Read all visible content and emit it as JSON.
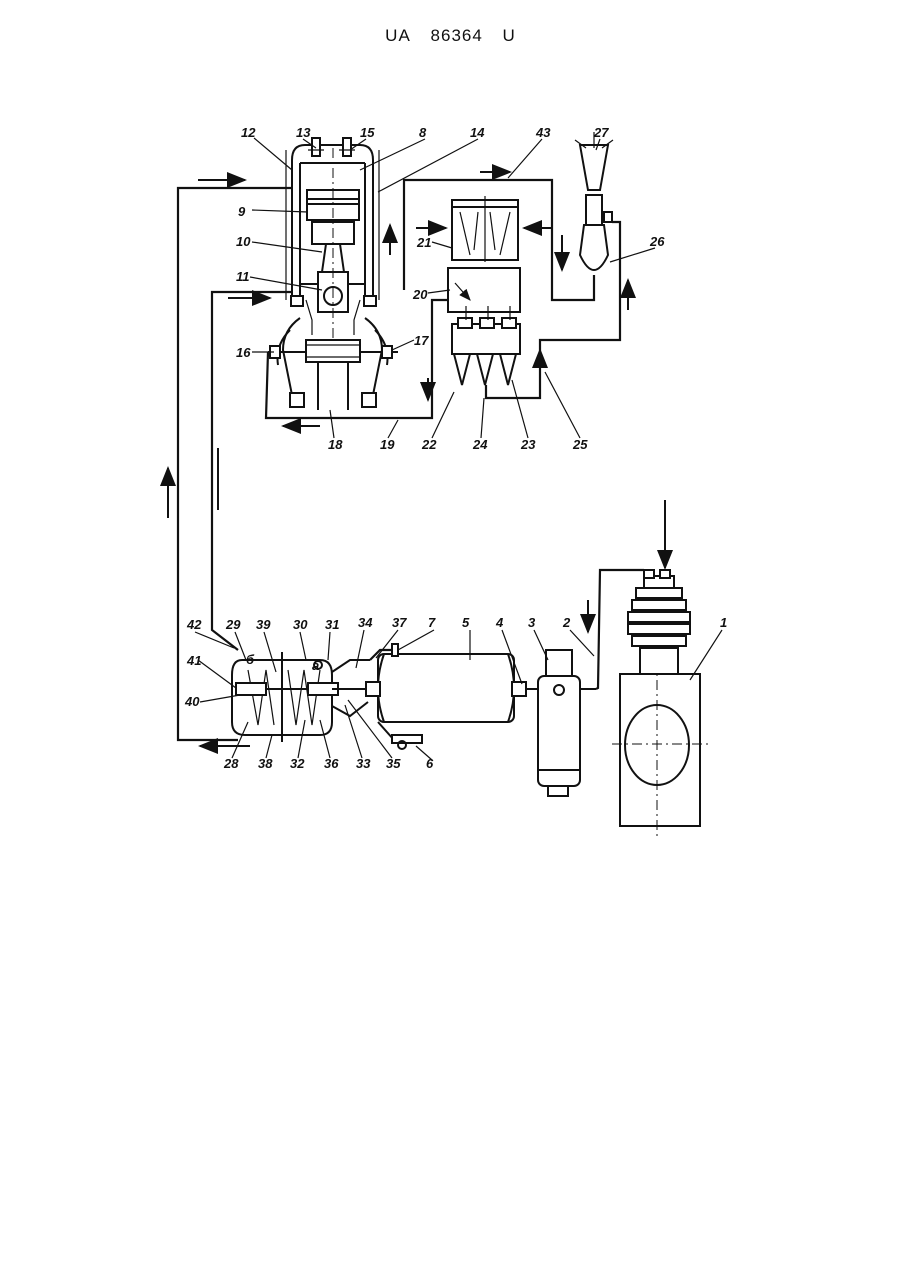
{
  "header": {
    "country": "UA",
    "number": "86364",
    "kind": "U"
  },
  "labels": [
    "1",
    "2",
    "3",
    "4",
    "5",
    "6",
    "7",
    "8",
    "9",
    "10",
    "11",
    "12",
    "13",
    "14",
    "15",
    "16",
    "17",
    "18",
    "19",
    "20",
    "21",
    "22",
    "23",
    "24",
    "25",
    "26",
    "27",
    "28",
    "29",
    "30",
    "31",
    "32",
    "33",
    "34",
    "35",
    "36",
    "37",
    "38",
    "39",
    "40",
    "41",
    "42",
    "43"
  ],
  "chamber_letters": {
    "a": "a",
    "b": "б"
  }
}
